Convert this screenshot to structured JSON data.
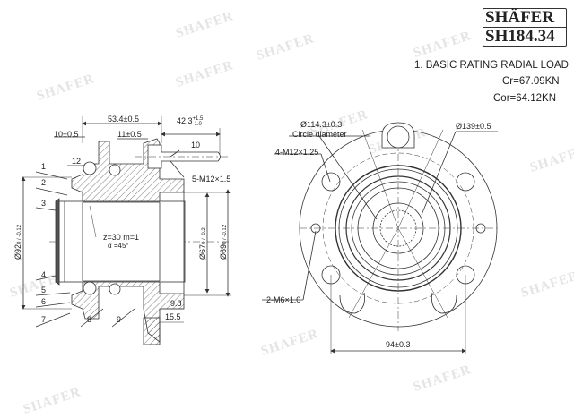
{
  "brand": {
    "name": "SHÄFER",
    "part_number": "SH184.34"
  },
  "spec": {
    "title": "1. BASIC RATING RADIAL LOAD",
    "cr": "Cr=67.09KN",
    "cor": "Cor=64.12KN"
  },
  "watermark": "SHAFER",
  "section_view": {
    "dimensions": {
      "overall_width": "53.4±0.5",
      "stud_length": "42.3",
      "stud_length_tol_upper": "+1.5",
      "stud_length_tol_lower": "-1.0",
      "inner_offset": "10±0.5",
      "flange_offset": "11±0.5",
      "pilot": "12",
      "stud_thread": "5-M12×1.5",
      "outer_diameter": "Ø92",
      "outer_diameter_tol": "0 / -0.12",
      "pilot_diameter_1": "Ø67",
      "pilot_diameter_1_tol": "0 / -0.2",
      "pilot_diameter_2": "Ø69",
      "pilot_diameter_2_tol": "0 / -0.12",
      "spline_teeth": "z=30 m=1",
      "pressure_angle": "α =45°",
      "flange_thickness_1": "9.8",
      "flange_thickness_2": "15.5"
    },
    "callouts": [
      "1",
      "2",
      "3",
      "4",
      "5",
      "6",
      "7",
      "8",
      "9",
      "10"
    ]
  },
  "front_view": {
    "dimensions": {
      "bolt_circle": "Ø114.3±0.3",
      "bolt_circle_label": "Circle diameter",
      "flange_diameter": "Ø139±0.5",
      "mount_thread": "4-M12×1.25",
      "aux_thread": "2-M6×1.0",
      "mount_spacing": "94±0.3"
    }
  }
}
